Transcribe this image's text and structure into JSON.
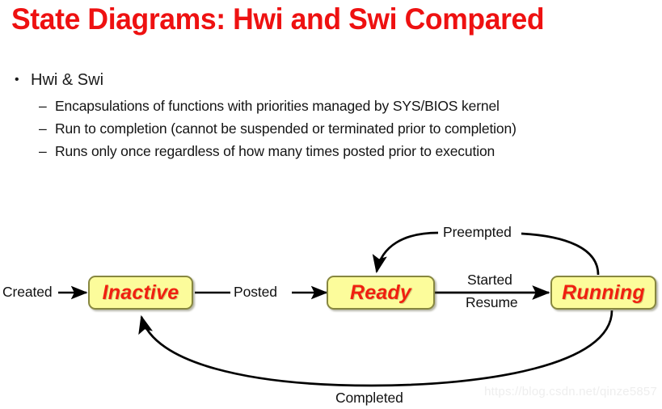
{
  "slide": {
    "title": "State Diagrams: Hwi and Swi Compared",
    "title_color": "#ee1111"
  },
  "bullets": {
    "level1": {
      "marker": "•",
      "text": "Hwi & Swi"
    },
    "level2": [
      {
        "marker": "–",
        "text": "Encapsulations of functions with priorities managed by SYS/BIOS kernel"
      },
      {
        "marker": "–",
        "text": "Run to completion (cannot be suspended or terminated prior to completion)"
      },
      {
        "marker": "–",
        "text": "Runs only once regardless of how many times posted prior to execution"
      }
    ]
  },
  "diagram": {
    "type": "state-diagram",
    "box_fill": "#fcfc9b",
    "box_border": "#878740",
    "box_text_color": "#f02010",
    "edge_color": "#000000",
    "states": [
      {
        "id": "inactive",
        "label": "Inactive"
      },
      {
        "id": "ready",
        "label": "Ready"
      },
      {
        "id": "running",
        "label": "Running"
      }
    ],
    "transitions": [
      {
        "id": "created",
        "label": "Created",
        "from": "start",
        "to": "inactive"
      },
      {
        "id": "posted",
        "label": "Posted",
        "from": "inactive",
        "to": "ready"
      },
      {
        "id": "started",
        "label": "Started",
        "from": "ready",
        "to": "running"
      },
      {
        "id": "resume",
        "label": "Resume",
        "from": "ready",
        "to": "running"
      },
      {
        "id": "preempted",
        "label": "Preempted",
        "from": "running",
        "to": "ready"
      },
      {
        "id": "completed",
        "label": "Completed",
        "from": "running",
        "to": "inactive"
      }
    ]
  },
  "watermark": {
    "text": "https://blog.csdn.net/qinze5857"
  }
}
